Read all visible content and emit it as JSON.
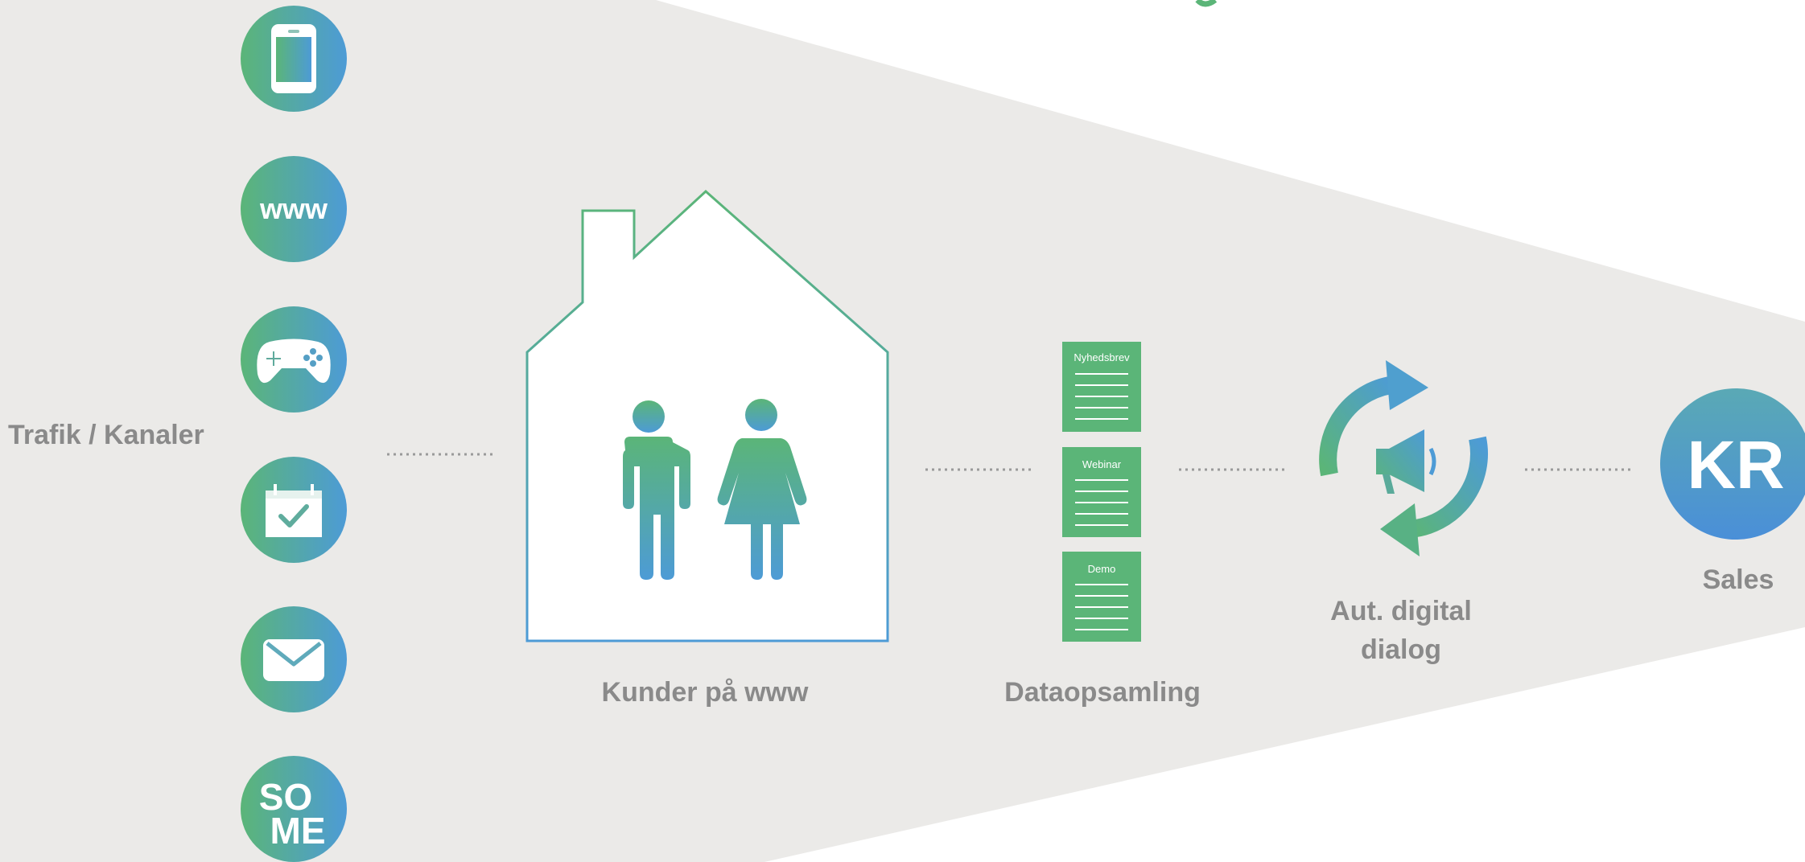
{
  "labels": {
    "trafik_kanaler": "Trafik / Kanaler",
    "kunder": "Kunder på www",
    "dataopsamling": "Dataopsamling",
    "aut_digital_line1": "Aut. digital",
    "aut_digital_line2": "dialog",
    "sales": "Sales"
  },
  "channels": [
    {
      "icon": "mobile-phone-icon"
    },
    {
      "icon": "www-icon",
      "text": "www"
    },
    {
      "icon": "gamepad-icon"
    },
    {
      "icon": "calendar-check-icon"
    },
    {
      "icon": "envelope-icon"
    },
    {
      "icon": "some-icon",
      "text_top": "SO",
      "text_bottom": "ME"
    }
  ],
  "documents": [
    "Nyhedsbrev",
    "Webinar",
    "Demo"
  ],
  "sales_badge": "KR",
  "colors": {
    "background_funnel": "#ebeae8",
    "green": "#5bb578",
    "blue": "#4d9bd6",
    "grey_text": "#8a8a8a",
    "house_outline_top": "#5bb578",
    "house_outline_bottom": "#4d9bd6"
  }
}
